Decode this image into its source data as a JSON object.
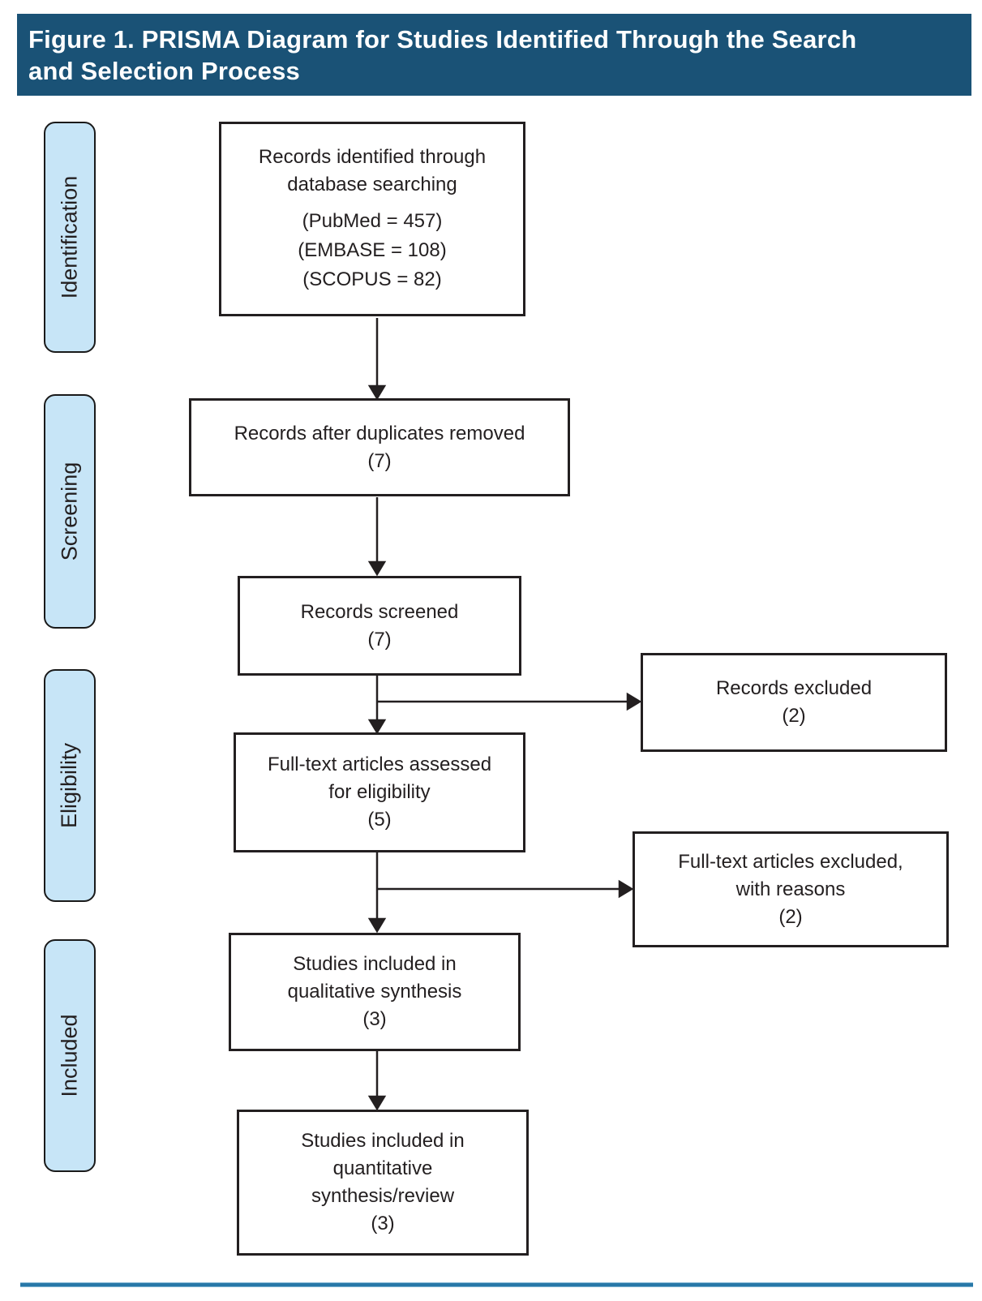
{
  "figure": {
    "title_line1": "Figure 1. PRISMA Diagram for Studies Identified Through the Search",
    "title_line2": "and Selection Process"
  },
  "stages": [
    {
      "label": "Identification"
    },
    {
      "label": "Screening"
    },
    {
      "label": "Eligibility"
    },
    {
      "label": "Included"
    }
  ],
  "boxes": {
    "records_identified": {
      "line1": "Records identified through",
      "line2": "database searching",
      "source1": "(PubMed = 457)",
      "source2": "(EMBASE = 108)",
      "source3": "(SCOPUS = 82)"
    },
    "duplicates_removed": {
      "line1": "Records after duplicates removed",
      "count": "(7)"
    },
    "records_screened": {
      "line1": "Records screened",
      "count": "(7)"
    },
    "records_excluded": {
      "line1": "Records excluded",
      "count": "(2)"
    },
    "fulltext_assessed": {
      "line1": "Full-text articles assessed",
      "line2": "for eligibility",
      "count": "(5)"
    },
    "fulltext_excluded": {
      "line1": "Full-text articles excluded,",
      "line2": "with reasons",
      "count": "(2)"
    },
    "qualitative_synthesis": {
      "line1": "Studies included in",
      "line2": "qualitative synthesis",
      "count": "(3)"
    },
    "quantitative_synthesis": {
      "line1": "Studies included in",
      "line2": "quantitative",
      "line3": "synthesis/review",
      "count": "(3)"
    }
  },
  "colors": {
    "header_bg": "#1A5276",
    "header_text": "#FFFFFF",
    "stage_fill": "#C7E5F7",
    "box_border": "#231F20",
    "arrow": "#231F20",
    "bottom_rule": "#2878A8"
  }
}
